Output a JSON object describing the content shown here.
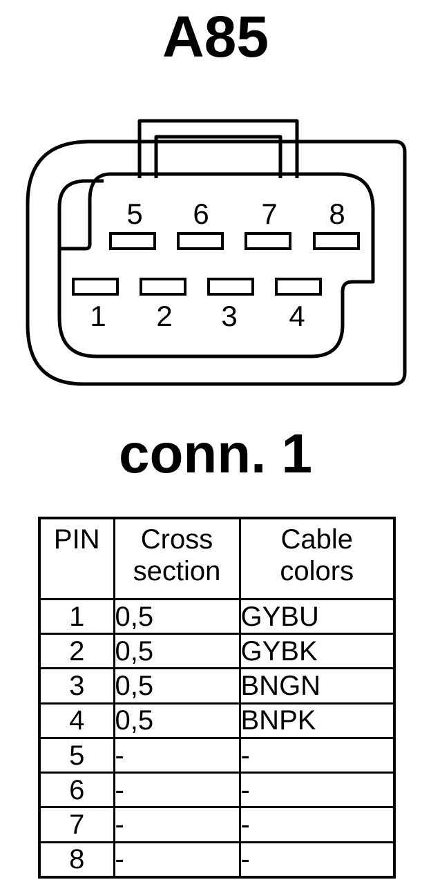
{
  "title": "A85",
  "subtitle": "conn. 1",
  "connector": {
    "top_row_pins": [
      "5",
      "6",
      "7",
      "8"
    ],
    "bottom_row_pins": [
      "1",
      "2",
      "3",
      "4"
    ]
  },
  "table": {
    "headers": {
      "pin": "PIN",
      "cross_section": [
        "Cross",
        "section"
      ],
      "cable_colors": [
        "Cable",
        "colors"
      ]
    },
    "rows": [
      {
        "pin": "1",
        "cross_section": "0,5",
        "cable_colors": "GYBU"
      },
      {
        "pin": "2",
        "cross_section": "0,5",
        "cable_colors": "GYBK"
      },
      {
        "pin": "3",
        "cross_section": "0,5",
        "cable_colors": "BNGN"
      },
      {
        "pin": "4",
        "cross_section": "0,5",
        "cable_colors": "BNPK"
      },
      {
        "pin": "5",
        "cross_section": "-",
        "cable_colors": "-"
      },
      {
        "pin": "6",
        "cross_section": "-",
        "cable_colors": "-"
      },
      {
        "pin": "7",
        "cross_section": "-",
        "cable_colors": "-"
      },
      {
        "pin": "8",
        "cross_section": "-",
        "cable_colors": "-"
      }
    ]
  }
}
